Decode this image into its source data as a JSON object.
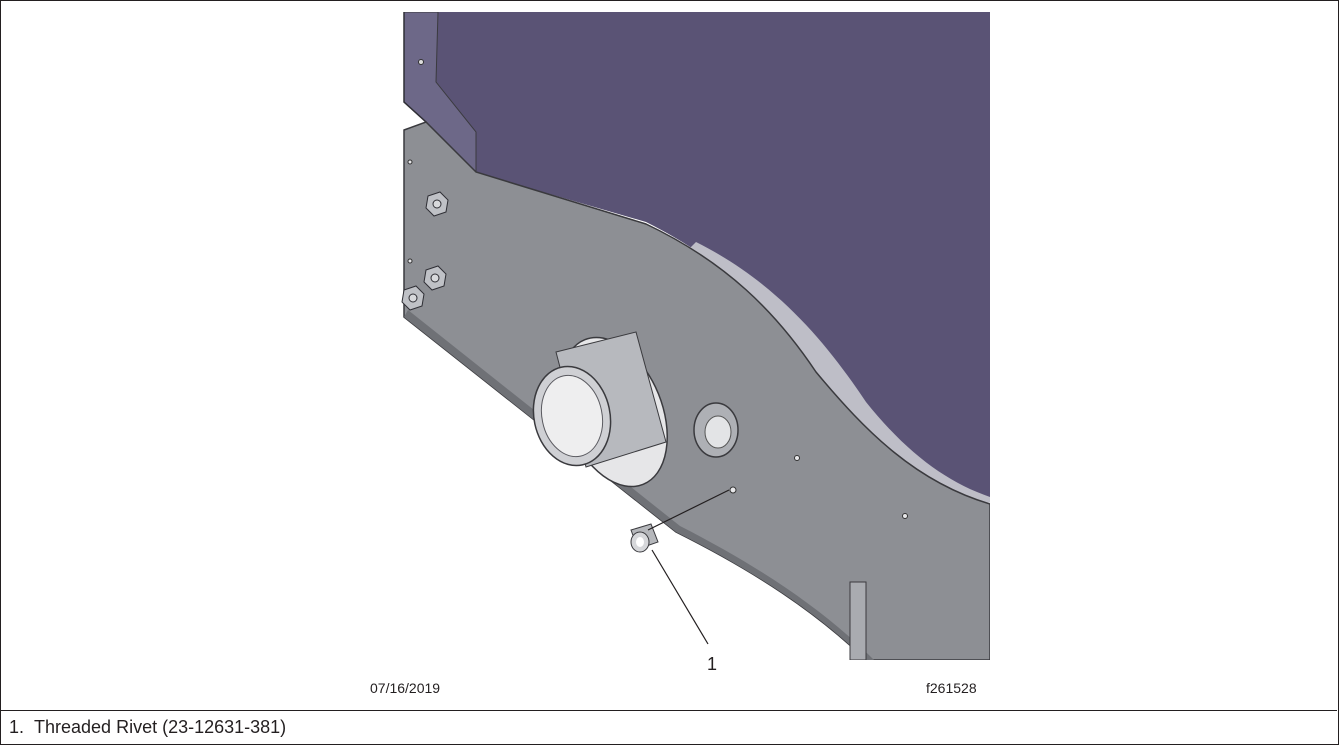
{
  "figure": {
    "callout_label": "1",
    "date": "07/16/2019",
    "figure_number": "f261528"
  },
  "legend": [
    {
      "number": "1.",
      "text": "Threaded Rivet (23-12631-381)"
    }
  ],
  "colors": {
    "panel": "#5a5375",
    "bracket": "#8d8f94",
    "bracket_edge": "#3a3a3e",
    "line": "#231f20"
  }
}
